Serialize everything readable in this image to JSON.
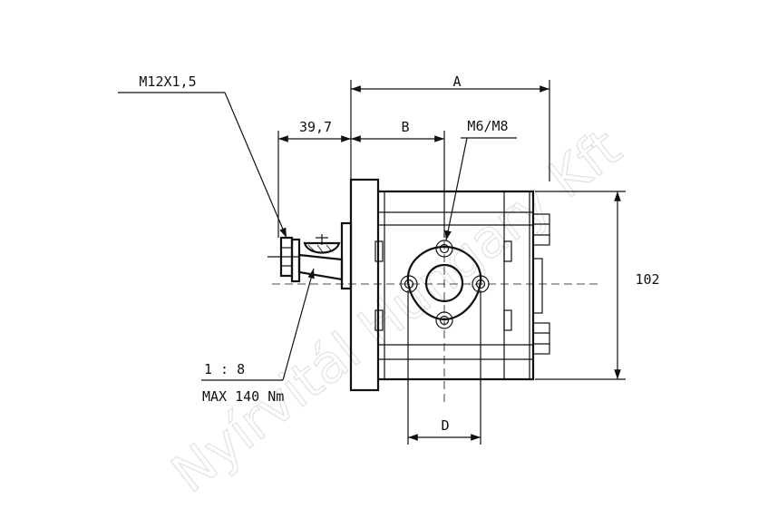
{
  "labels": {
    "thread": "M12X1,5",
    "dim_39_7": "39,7",
    "dim_a": "A",
    "dim_b": "B",
    "mount_thread": "M6/M8",
    "dim_102": "102",
    "dim_d": "D",
    "taper": "1 : 8",
    "torque": "MAX 140 Nm"
  },
  "watermark": "Nyírvitál Hungary Kft"
}
